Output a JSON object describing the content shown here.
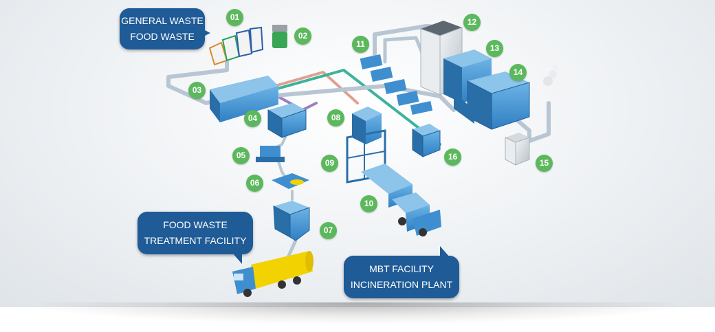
{
  "labels": {
    "general_food": [
      "GENERAL WASTE",
      "FOOD WASTE"
    ],
    "food_treatment": [
      "FOOD WASTE",
      "TREATMENT FACILITY"
    ],
    "mbt_incineration": [
      "MBT FACILITY",
      "INCINERATION PLANT"
    ]
  },
  "step_numbers": [
    "01",
    "02",
    "03",
    "04",
    "05",
    "06",
    "07",
    "08",
    "09",
    "10",
    "11",
    "12",
    "13",
    "14",
    "15",
    "16"
  ],
  "colors": {
    "callout_bg": "#1f5b96",
    "number_badge": "#5cb85c",
    "equipment_blue": "#3f8fd0",
    "duct_grey": "#b8c6d3",
    "pipe_green": "#3cb39a",
    "pipe_salmon": "#e0a090",
    "pipe_purple": "#9a7fc0",
    "truck_yellow": "#f2d200"
  }
}
